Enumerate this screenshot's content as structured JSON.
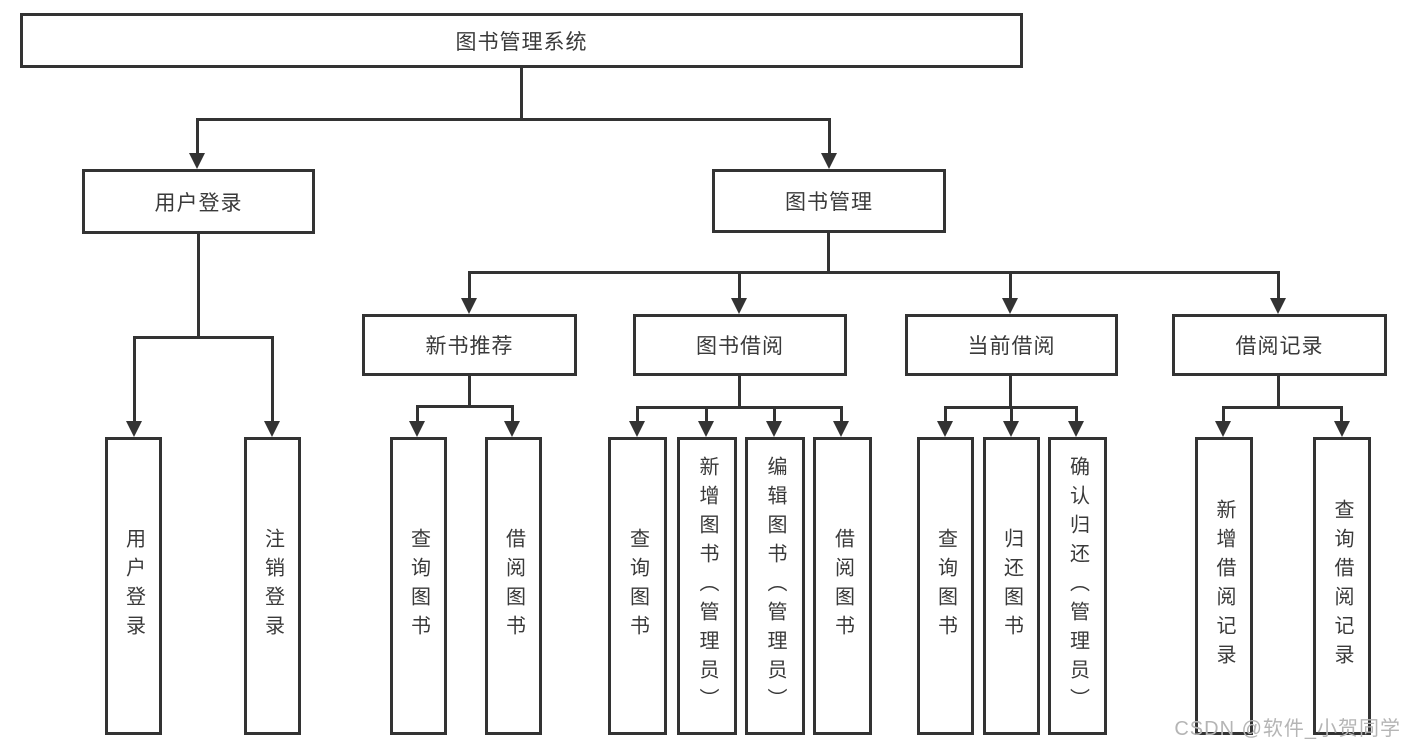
{
  "diagram": {
    "root": {
      "label": "图书管理系统"
    },
    "level2": {
      "user_login": {
        "label": "用户登录"
      },
      "book_management": {
        "label": "图书管理"
      }
    },
    "level3": {
      "new_book_recommend": {
        "label": "新书推荐"
      },
      "book_borrowing": {
        "label": "图书借阅"
      },
      "current_borrowing": {
        "label": "当前借阅"
      },
      "borrowing_records": {
        "label": "借阅记录"
      }
    },
    "leaves": {
      "user_login": [
        "用户登录",
        "注销登录"
      ],
      "new_book_recommend": [
        "查询图书",
        "借阅图书"
      ],
      "book_borrowing": [
        "查询图书",
        "新增图书（管理员）",
        "编辑图书（管理员）",
        "借阅图书"
      ],
      "current_borrowing": [
        "查询图书",
        "归还图书",
        "确认归还（管理员）"
      ],
      "borrowing_records": [
        "新增借阅记录",
        "查询借阅记录"
      ]
    },
    "watermark": "CSDN @软件_小贺同学",
    "colors": {
      "line": "#333333",
      "text": "#3a3a3a",
      "box_background": "#ffffff",
      "watermark": "#b5b5b5"
    }
  }
}
